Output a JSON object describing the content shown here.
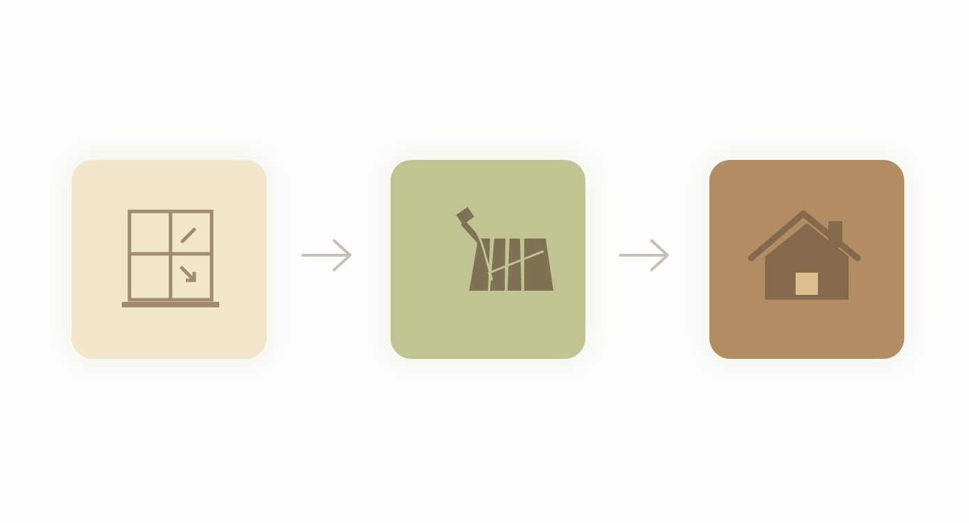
{
  "steps": [
    {
      "name": "window-step",
      "icon": "window-icon",
      "background": "#f1e6cb",
      "icon_color": "#a18b70"
    },
    {
      "name": "flooring-step",
      "icon": "flooring-planks-icon",
      "background": "#c1c392",
      "icon_color": "#7f7153"
    },
    {
      "name": "house-step",
      "icon": "house-icon",
      "background": "#b28c63",
      "icon_color": "#84694c",
      "accent": "#dcbf8c"
    }
  ],
  "connectors": [
    {
      "icon": "arrow-right-icon",
      "color": "#c9c0b5"
    },
    {
      "icon": "arrow-right-icon",
      "color": "#c9c0b5"
    }
  ]
}
